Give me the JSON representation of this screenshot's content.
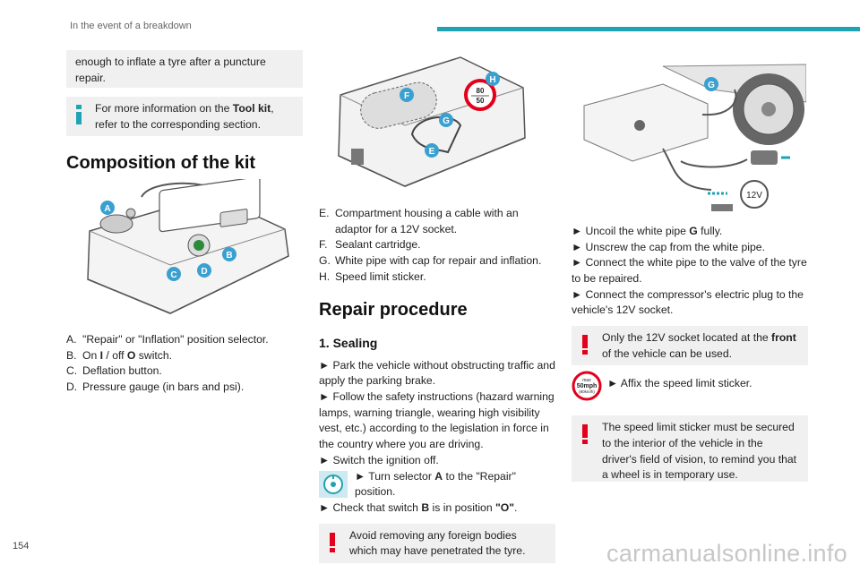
{
  "header": {
    "section_title": "In the event of a breakdown"
  },
  "page_number": "154",
  "watermark": "carmanualsonline.info",
  "col1": {
    "intro_box": "enough to inflate a tyre after a puncture repair.",
    "note": {
      "pre": "For more information on the ",
      "bold": "Tool kit",
      "post": ", refer to the corresponding section."
    },
    "heading": "Composition of the kit",
    "illustration_letters": [
      "A",
      "B",
      "C",
      "D"
    ],
    "items": [
      {
        "key": "A.",
        "text": "\"Repair\" or \"Inflation\" position selector."
      },
      {
        "key": "B.",
        "pre": "On ",
        "b1": "I",
        "mid": " / off ",
        "b2": "O",
        "post": " switch."
      },
      {
        "key": "C.",
        "text": "Deflation button."
      },
      {
        "key": "D.",
        "text": "Pressure gauge (in bars and psi)."
      }
    ]
  },
  "col2": {
    "illustration_letters": [
      "F",
      "H",
      "G",
      "E"
    ],
    "sticker_values": [
      "80",
      "50"
    ],
    "items": [
      {
        "key": "E.",
        "text": "Compartment housing a cable with an adaptor for a 12V socket."
      },
      {
        "key": "F.",
        "text": "Sealant cartridge."
      },
      {
        "key": "G.",
        "text": "White pipe with cap for repair and inflation."
      },
      {
        "key": "H.",
        "text": "Speed limit sticker."
      }
    ],
    "heading": "Repair procedure",
    "subheading": "1. Sealing",
    "steps": [
      "► Park the vehicle without obstructing traffic and apply the parking brake.",
      "► Follow the safety instructions (hazard warning lamps, warning triangle, wearing high visibility vest, etc.) according to the legislation in force in the country where you are driving.",
      "► Switch the ignition off."
    ],
    "selector_step": {
      "pre": "► Turn selector ",
      "bold": "A",
      "post": " to the \"Repair\" position."
    },
    "switch_step": {
      "pre": "► Check that switch ",
      "bold": "B",
      "mid": " is in position ",
      "bold2": "\"O\"",
      "post": "."
    },
    "warning": "Avoid removing any foreign bodies which may have penetrated the tyre."
  },
  "col3": {
    "illustration_letters": [
      "G"
    ],
    "socket_label": "12V",
    "steps": [
      {
        "pre": "► Uncoil the white pipe ",
        "bold": "G",
        "post": " fully."
      },
      {
        "text": "► Unscrew the cap from the white pipe."
      },
      {
        "text": "► Connect the white pipe to the valve of the tyre to be repaired."
      },
      {
        "text": "► Connect the compressor's electric plug to the vehicle's 12V socket."
      }
    ],
    "warning1": {
      "pre": "Only the 12V socket located at the ",
      "bold": "front",
      "post": " of the vehicle can be used."
    },
    "sticker": {
      "line1": "max",
      "line2": "50mph",
      "line3": "(80km/h)",
      "text": "► Affix the speed limit sticker."
    },
    "warning2": "The speed limit sticker must be secured to the interior of the vehicle in the driver's field of vision, to remind you that a wheel is in temporary use."
  },
  "colors": {
    "accent": "#1fa3b3",
    "warning": "#e3001b",
    "letter_badge": "#3aa0cf",
    "box": "#f0f0f0"
  }
}
